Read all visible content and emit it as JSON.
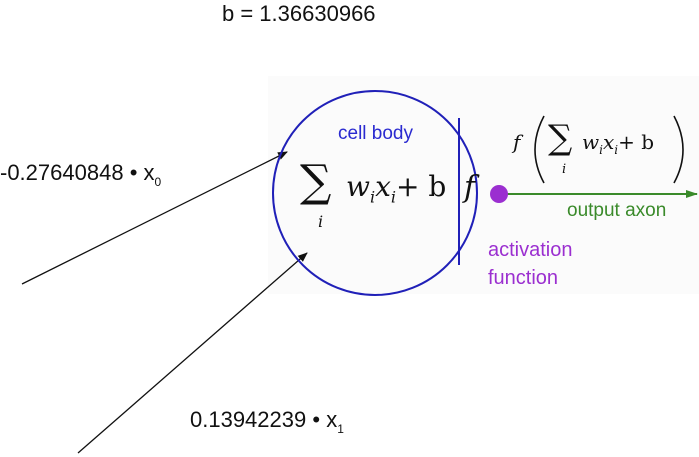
{
  "bias_label": "b = 1.36630966",
  "inputs": [
    {
      "weight": "-0.27640848",
      "var": "x",
      "index": "0"
    },
    {
      "weight": "0.13942239",
      "var": "x",
      "index": "1"
    }
  ],
  "neuron": {
    "cell_body_label": "cell body",
    "sum_index": "i",
    "sum_term": "w",
    "sum_term_sub": "i",
    "sum_var": "x",
    "sum_var_sub": "i",
    "sum_plus": "+ b",
    "activation_symbol": "f"
  },
  "output": {
    "formula_f": "f",
    "formula_index": "i",
    "formula_w": "w",
    "formula_w_sub": "i",
    "formula_x": "x",
    "formula_x_sub": "i",
    "formula_plus": "+ b",
    "axon_label": "output axon",
    "activation_label_line1": "activation",
    "activation_label_line2": "function"
  },
  "colors": {
    "cell": "#2020b8",
    "axon": "#3a8a2a",
    "activation": "#9b2fd0"
  }
}
